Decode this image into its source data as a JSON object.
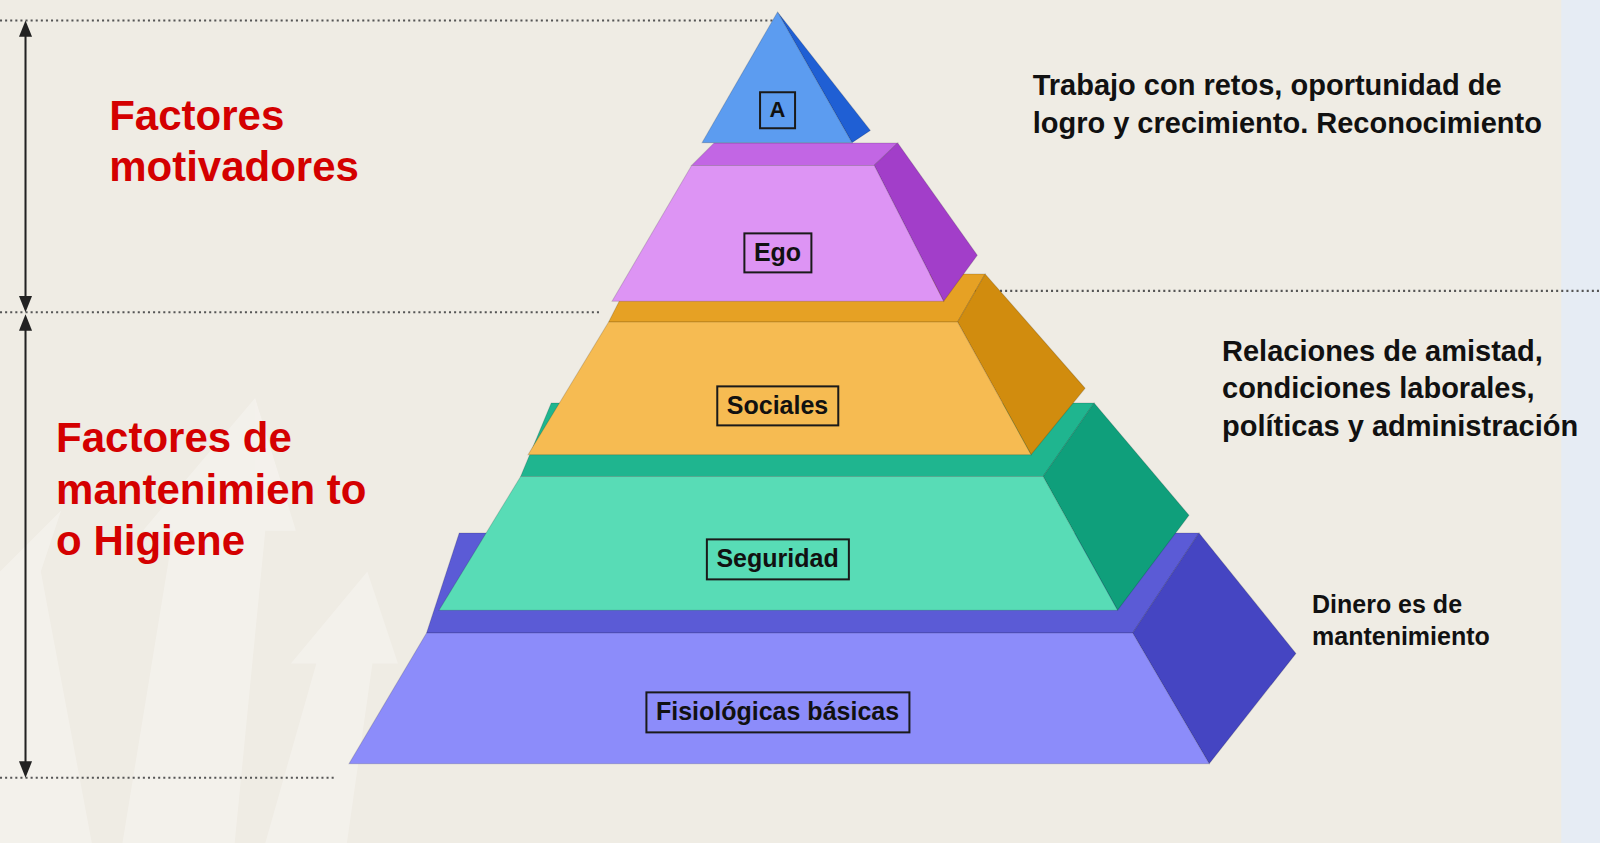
{
  "diagram": {
    "nodes": [
      {
        "text": [
          "A"
        ]
      },
      {
        "text": [
          "Ego"
        ]
      },
      {
        "text": [
          "Sociales"
        ]
      },
      {
        "text": [
          "Seguridad"
        ]
      },
      {
        "text": [
          "Fisiológicas básicas"
        ]
      }
    ],
    "labels": [
      "Factores motivadores",
      "Factores de mantenimien to o Higiene",
      "Trabajo con retos, oportunidad de logro y crecimiento. Reconocimiento",
      "Relaciones de amistad, condiciones laborales, políticas y administración",
      "Dinero es de mantenimiento"
    ]
  }
}
